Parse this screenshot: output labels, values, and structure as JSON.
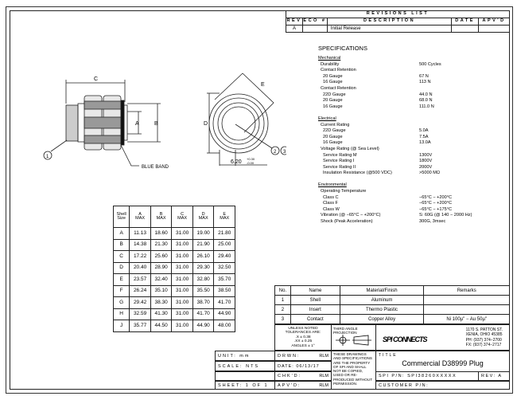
{
  "revisions": {
    "title": "REVISIONS LIST",
    "headers": [
      "REV",
      "ECO #",
      "DESCRIPTION",
      "DATE",
      "APV'D"
    ],
    "rows": [
      [
        "A",
        "",
        "Initial Release",
        "",
        ""
      ]
    ]
  },
  "specs": {
    "title": "SPECIFICATIONS",
    "lines": [
      [
        "Mechanical",
        "",
        0,
        true
      ],
      [
        "Durability",
        "500 Cycles",
        1,
        false
      ],
      [
        "Contact Retention",
        "",
        1,
        false
      ],
      [
        "20 Gauge",
        "67 N",
        2,
        false
      ],
      [
        "16 Gauge",
        "113 N",
        2,
        false
      ],
      [
        "Contact Retention",
        "",
        1,
        false
      ],
      [
        "22D Gauge",
        "44.0 N",
        2,
        false
      ],
      [
        "20 Gauge",
        "68.0 N",
        2,
        false
      ],
      [
        "16 Gauge",
        "111.0 N",
        2,
        false
      ],
      [
        "",
        "",
        0,
        false
      ],
      [
        "Electrical",
        "",
        0,
        true
      ],
      [
        "Current Rating",
        "",
        1,
        false
      ],
      [
        "22D Gauge",
        "5.0A",
        2,
        false
      ],
      [
        "20 Gauge",
        "7.5A",
        2,
        false
      ],
      [
        "16 Gauge",
        "13.0A",
        2,
        false
      ],
      [
        "Voltage Rating (@ Sea Level)",
        "",
        1,
        false
      ],
      [
        "Service Rating M",
        "1300V",
        2,
        false
      ],
      [
        "Service Rating I",
        "1800V",
        2,
        false
      ],
      [
        "Service Rating II",
        "2000V",
        2,
        false
      ],
      [
        "Insulation Resistance (@500 VDC)",
        ">5000 MΩ",
        2,
        false
      ],
      [
        "",
        "",
        0,
        false
      ],
      [
        "Environmental",
        "",
        0,
        true
      ],
      [
        "Operating Temperature",
        "",
        1,
        false
      ],
      [
        "Class C",
        "−65°C − +200°C",
        2,
        false
      ],
      [
        "Class F",
        "−65°C − +200°C",
        2,
        false
      ],
      [
        "Class W",
        "−65°C − +175°C",
        2,
        false
      ],
      [
        "Vibration (@ −65°C − +200°C)",
        "S: 60G (@ 140 − 2000 Hz)",
        1,
        false
      ],
      [
        "Shock (Peak Acceleration)",
        "300G, 3msec",
        1,
        false
      ]
    ]
  },
  "drawing": {
    "dim_c": "C",
    "dim_a": "A",
    "dim_b": "B",
    "dim_d": "D",
    "dim_e": "E",
    "callout_1": "1",
    "callout_2": "2",
    "callout_3": "3",
    "blue_band": "BLUE BAND",
    "dim_620": "6.20",
    "tol_plus": "+0.30",
    "tol_minus": "-0.00"
  },
  "shell_table": {
    "headers": [
      [
        "Shell",
        "Size"
      ],
      [
        "A",
        "MAX"
      ],
      [
        "B",
        "MAX"
      ],
      [
        "C",
        "MAX"
      ],
      [
        "D",
        "MAX"
      ],
      [
        "E",
        "MAX"
      ]
    ],
    "rows": [
      [
        "A",
        "11.13",
        "18.60",
        "31.00",
        "19.00",
        "21.80"
      ],
      [
        "B",
        "14.38",
        "21.30",
        "31.00",
        "21.90",
        "25.00"
      ],
      [
        "C",
        "17.22",
        "25.60",
        "31.00",
        "26.10",
        "29.40"
      ],
      [
        "D",
        "20.40",
        "28.90",
        "31.00",
        "29.30",
        "32.50"
      ],
      [
        "E",
        "23.57",
        "32.40",
        "31.00",
        "32.80",
        "35.70"
      ],
      [
        "F",
        "26.24",
        "35.10",
        "31.00",
        "35.50",
        "38.50"
      ],
      [
        "G",
        "29.42",
        "38.30",
        "31.00",
        "38.70",
        "41.70"
      ],
      [
        "H",
        "32.59",
        "41.30",
        "31.00",
        "41.70",
        "44.90"
      ],
      [
        "J",
        "35.77",
        "44.50",
        "31.00",
        "44.90",
        "48.00"
      ]
    ]
  },
  "parts": {
    "headers": [
      "No.",
      "Name",
      "Material/Finish",
      "Remarks"
    ],
    "rows": [
      [
        "1",
        "Shell",
        "Aluminum",
        ""
      ],
      [
        "2",
        "Insert",
        "Thermo Plastic",
        ""
      ],
      [
        "3",
        "Contact",
        "Copper Alloy",
        "Ni 100µ\" − Au 50µ\""
      ]
    ]
  },
  "title_block": {
    "tolerances": [
      "UNLESS NOTED",
      "TOLERANCES ARE:",
      ".X  ± 0.38",
      ".XX  ± 0.25",
      "ANGLES  ± 1°"
    ],
    "projection": "THIRD ANGLE PROJECTION",
    "logo": "SPI CONNECTS",
    "address": [
      "1170 S. PATTON ST.",
      "XENIA, OHIO 45385",
      "PH: (937) 374−2700",
      "FX: (937) 374−2717"
    ],
    "unit": "UNIT:   mm",
    "scale": "SCALE:   NTS",
    "sheet": "SHEET: 1 OF 1",
    "drwn": "DRWN:",
    "drwn_val": "RLM",
    "date": "DATE: 06/13/17",
    "chkd": "CHK'D:",
    "chkd_val": "RLM",
    "apvd": "APV'D:",
    "apvd_val": "RLM",
    "disclaimer": "THESE DRAWINGS AND SPECIFICATIONS ARE THE PROPERTY OF SPI AND SHALL NOT BE COPIED, USED OR RE-PRODUCED WITHOUT PERMISSION.",
    "title_label": "TITLE",
    "title": "Commercial D38999 Plug",
    "pn": "SPI P/N: SPI38260XXXXX",
    "rev": "REV: A",
    "customer_pn": "CUSTOMER P/N:"
  },
  "colors": {
    "line": "#222222"
  }
}
